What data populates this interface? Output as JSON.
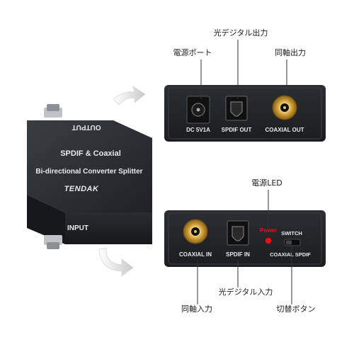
{
  "main_device": {
    "top_line1": "SPDIF & Coaxial",
    "top_line2": "Bi-directional Converter Splitter",
    "brand": "TENDAK",
    "front_label": "INPUT",
    "back_label": "OUTPUT"
  },
  "output_panel": {
    "port_labels": [
      "DC 5V1A",
      "SPDIF OUT",
      "COAXIAL OUT"
    ],
    "callouts": {
      "power_port": "電源ポート",
      "optical_out": "光デジタル出力",
      "coaxial_out": "同軸出力"
    }
  },
  "input_panel": {
    "port_labels": [
      "COAXIAL IN",
      "SPDIF IN"
    ],
    "power_text": "Power",
    "switch_text": "SWITCH",
    "switch_sub": "COAXIAL SPDIF",
    "callouts": {
      "power_led": "電源LED",
      "coaxial_in": "同軸入力",
      "optical_in": "光デジタル入力",
      "switch_button": "切替ボタン"
    }
  },
  "colors": {
    "body": "#2a2d31",
    "led": "#e0161b",
    "gold": "#d4a43a"
  }
}
